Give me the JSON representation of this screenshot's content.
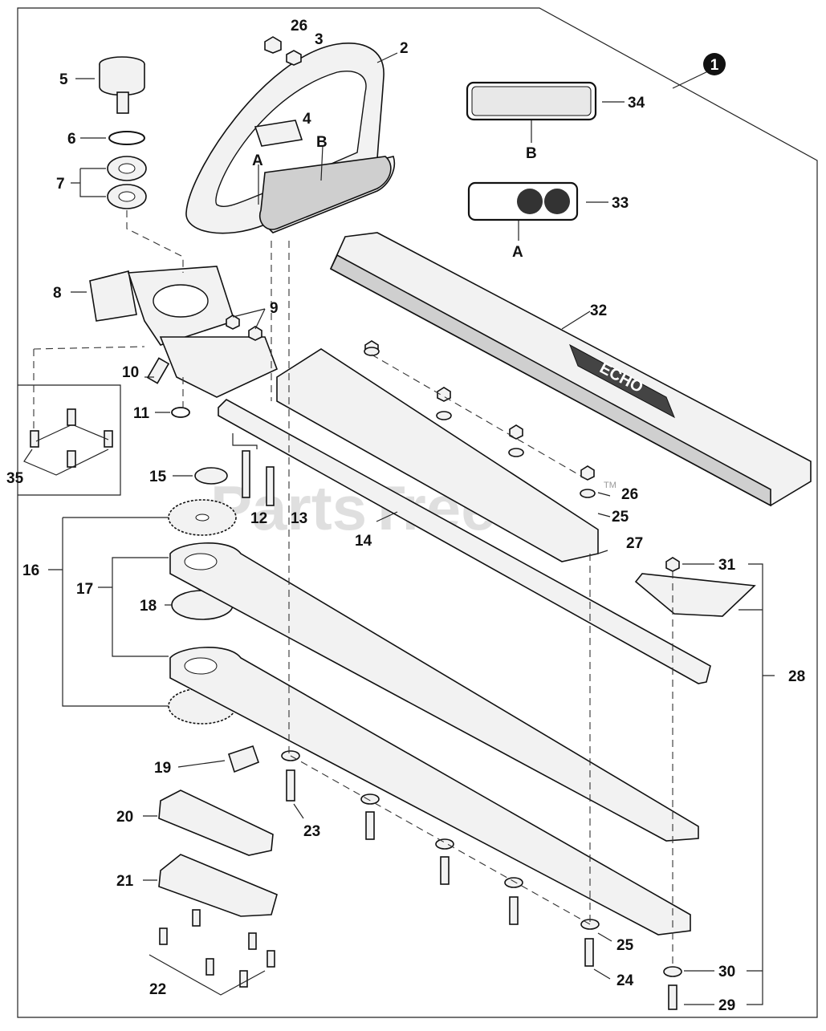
{
  "watermark": "PartsTree",
  "tm": "TM",
  "assembly_marker": "1",
  "ref_letters": {
    "a_label": "A",
    "b_label": "B"
  },
  "decal_brand": "ECHO",
  "callouts": [
    {
      "id": "c26a",
      "text": "26"
    },
    {
      "id": "c3",
      "text": "3"
    },
    {
      "id": "c2",
      "text": "2"
    },
    {
      "id": "c5",
      "text": "5"
    },
    {
      "id": "c6",
      "text": "6"
    },
    {
      "id": "c7",
      "text": "7"
    },
    {
      "id": "c4",
      "text": "4"
    },
    {
      "id": "c34",
      "text": "34"
    },
    {
      "id": "c33",
      "text": "33"
    },
    {
      "id": "c8",
      "text": "8"
    },
    {
      "id": "c9",
      "text": "9"
    },
    {
      "id": "c32",
      "text": "32"
    },
    {
      "id": "c10",
      "text": "10"
    },
    {
      "id": "c11",
      "text": "11"
    },
    {
      "id": "c35",
      "text": "35"
    },
    {
      "id": "c15",
      "text": "15"
    },
    {
      "id": "c12",
      "text": "12"
    },
    {
      "id": "c13",
      "text": "13"
    },
    {
      "id": "c26b",
      "text": "26"
    },
    {
      "id": "c25a",
      "text": "25"
    },
    {
      "id": "c14",
      "text": "14"
    },
    {
      "id": "c27",
      "text": "27"
    },
    {
      "id": "c16",
      "text": "16"
    },
    {
      "id": "c17",
      "text": "17"
    },
    {
      "id": "c18",
      "text": "18"
    },
    {
      "id": "c31",
      "text": "31"
    },
    {
      "id": "c28",
      "text": "28"
    },
    {
      "id": "c19",
      "text": "19"
    },
    {
      "id": "c20",
      "text": "20"
    },
    {
      "id": "c23",
      "text": "23"
    },
    {
      "id": "c21",
      "text": "21"
    },
    {
      "id": "c25b",
      "text": "25"
    },
    {
      "id": "c24",
      "text": "24"
    },
    {
      "id": "c22",
      "text": "22"
    },
    {
      "id": "c30",
      "text": "30"
    },
    {
      "id": "c29",
      "text": "29"
    }
  ],
  "colors": {
    "line": "#222222",
    "part_fill": "#f2f2f2",
    "label": "#111111"
  }
}
